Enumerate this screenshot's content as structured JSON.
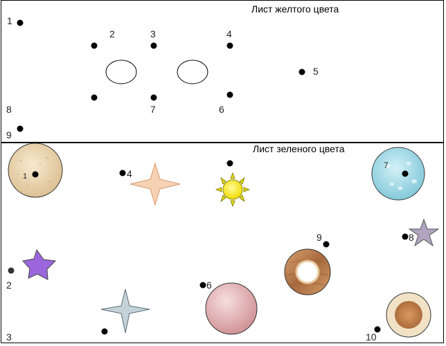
{
  "yellow_sheet": {
    "title": "Лист желтого цвета",
    "points": [
      {
        "label": "1"
      },
      {
        "label": "2"
      },
      {
        "label": "3"
      },
      {
        "label": "4"
      },
      {
        "label": "5"
      },
      {
        "label": "6"
      },
      {
        "label": "7"
      },
      {
        "label": "8"
      },
      {
        "label": "9"
      }
    ]
  },
  "green_sheet": {
    "title": "Лист зеленого цвета",
    "points": [
      {
        "label": "1"
      },
      {
        "label": "2"
      },
      {
        "label": "3"
      },
      {
        "label": "4"
      },
      {
        "label": "6"
      },
      {
        "label": "7"
      },
      {
        "label": "8"
      },
      {
        "label": "9"
      },
      {
        "label": "10"
      }
    ]
  },
  "colors": {
    "sun": "#f6e600",
    "sun_rays": "#c8c400",
    "purple_star": "#9a62d8",
    "gray_star": "#a89cb8",
    "peach_star": "#f4caa8",
    "silver_star": "#b8c8d0",
    "sand_disk": "#efdcb6",
    "water_disk": "#a9dde8",
    "pink_disk": "#e2aeb0",
    "wood_ring": "#b5794a",
    "cork_disk": "#c98b52"
  }
}
